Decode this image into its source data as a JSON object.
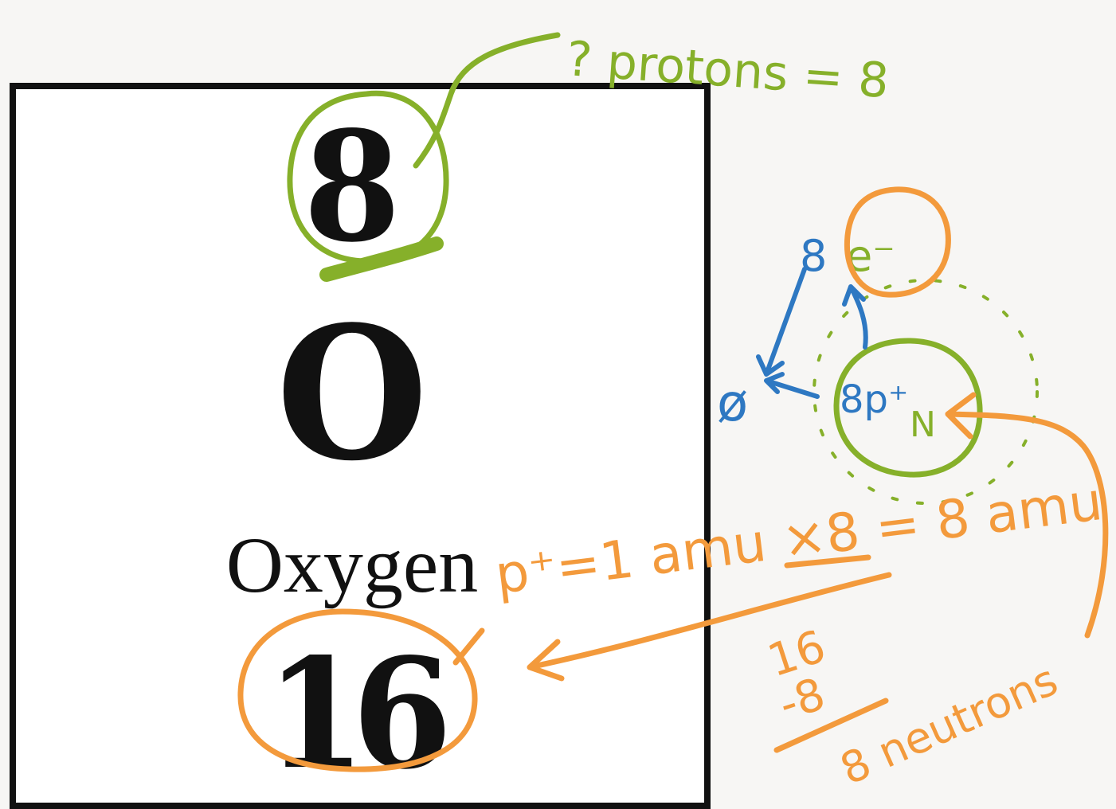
{
  "element_tile": {
    "atomic_number": "8",
    "symbol": "O",
    "name": "Oxygen",
    "atomic_mass": "16"
  },
  "annotations": {
    "protons_note": "? protons = 8",
    "electron_count": "8",
    "electron_symbol": "e⁻",
    "zero_mark": "ø",
    "nucleus_protons": "8p⁺",
    "nucleus_neutrons": "N",
    "mass_equation": "p⁺=1 amu ×8 = 8 amu",
    "subtraction_top": "16",
    "subtraction_bottom": "-8",
    "neutron_result": "8 neutrons"
  },
  "colors": {
    "tile_border": "#111111",
    "green_ink": "#86b02a",
    "orange_ink": "#f39a3c",
    "blue_ink": "#2e78c2"
  }
}
